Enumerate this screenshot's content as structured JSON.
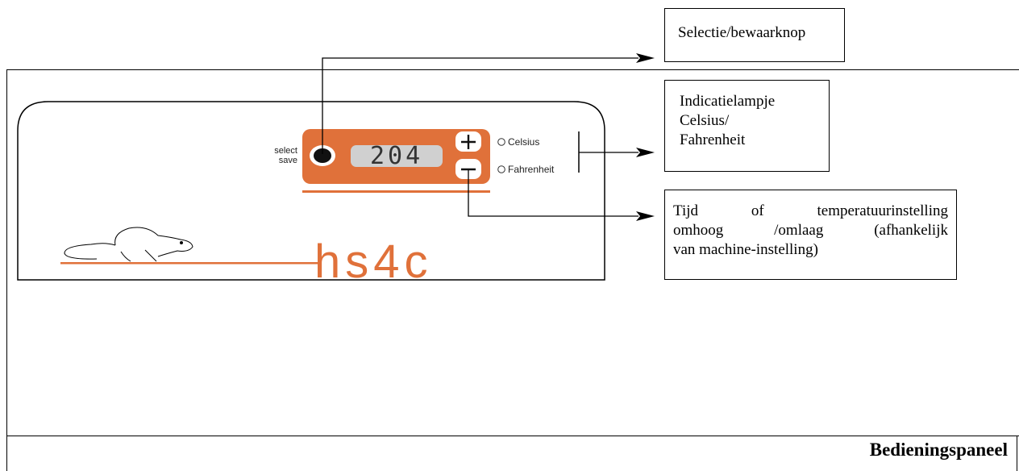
{
  "panel": {
    "select_label_line1": "select",
    "select_label_line2": "save",
    "display_value": "204",
    "led_celsius_label": "Celsius",
    "led_fahrenheit_label": "Fahrenheit",
    "brand": "hs4c",
    "plus_symbol": "+",
    "minus_symbol": "–"
  },
  "callouts": {
    "select_save": "Selectie/bewaarknop",
    "indicator_line1": "Indicatielampje",
    "indicator_line2": "Celsius/",
    "indicator_line3": "Fahrenheit",
    "updown_line1": "Tijd of temperatuurinstelling",
    "updown_line2": "omhoog /omlaag (afhankelijk",
    "updown_line3": "van machine-instelling)"
  },
  "footer": {
    "title": "Bedieningspaneel"
  },
  "colors": {
    "accent_orange": "#e0713a",
    "display_grey": "#d0d0d0"
  }
}
